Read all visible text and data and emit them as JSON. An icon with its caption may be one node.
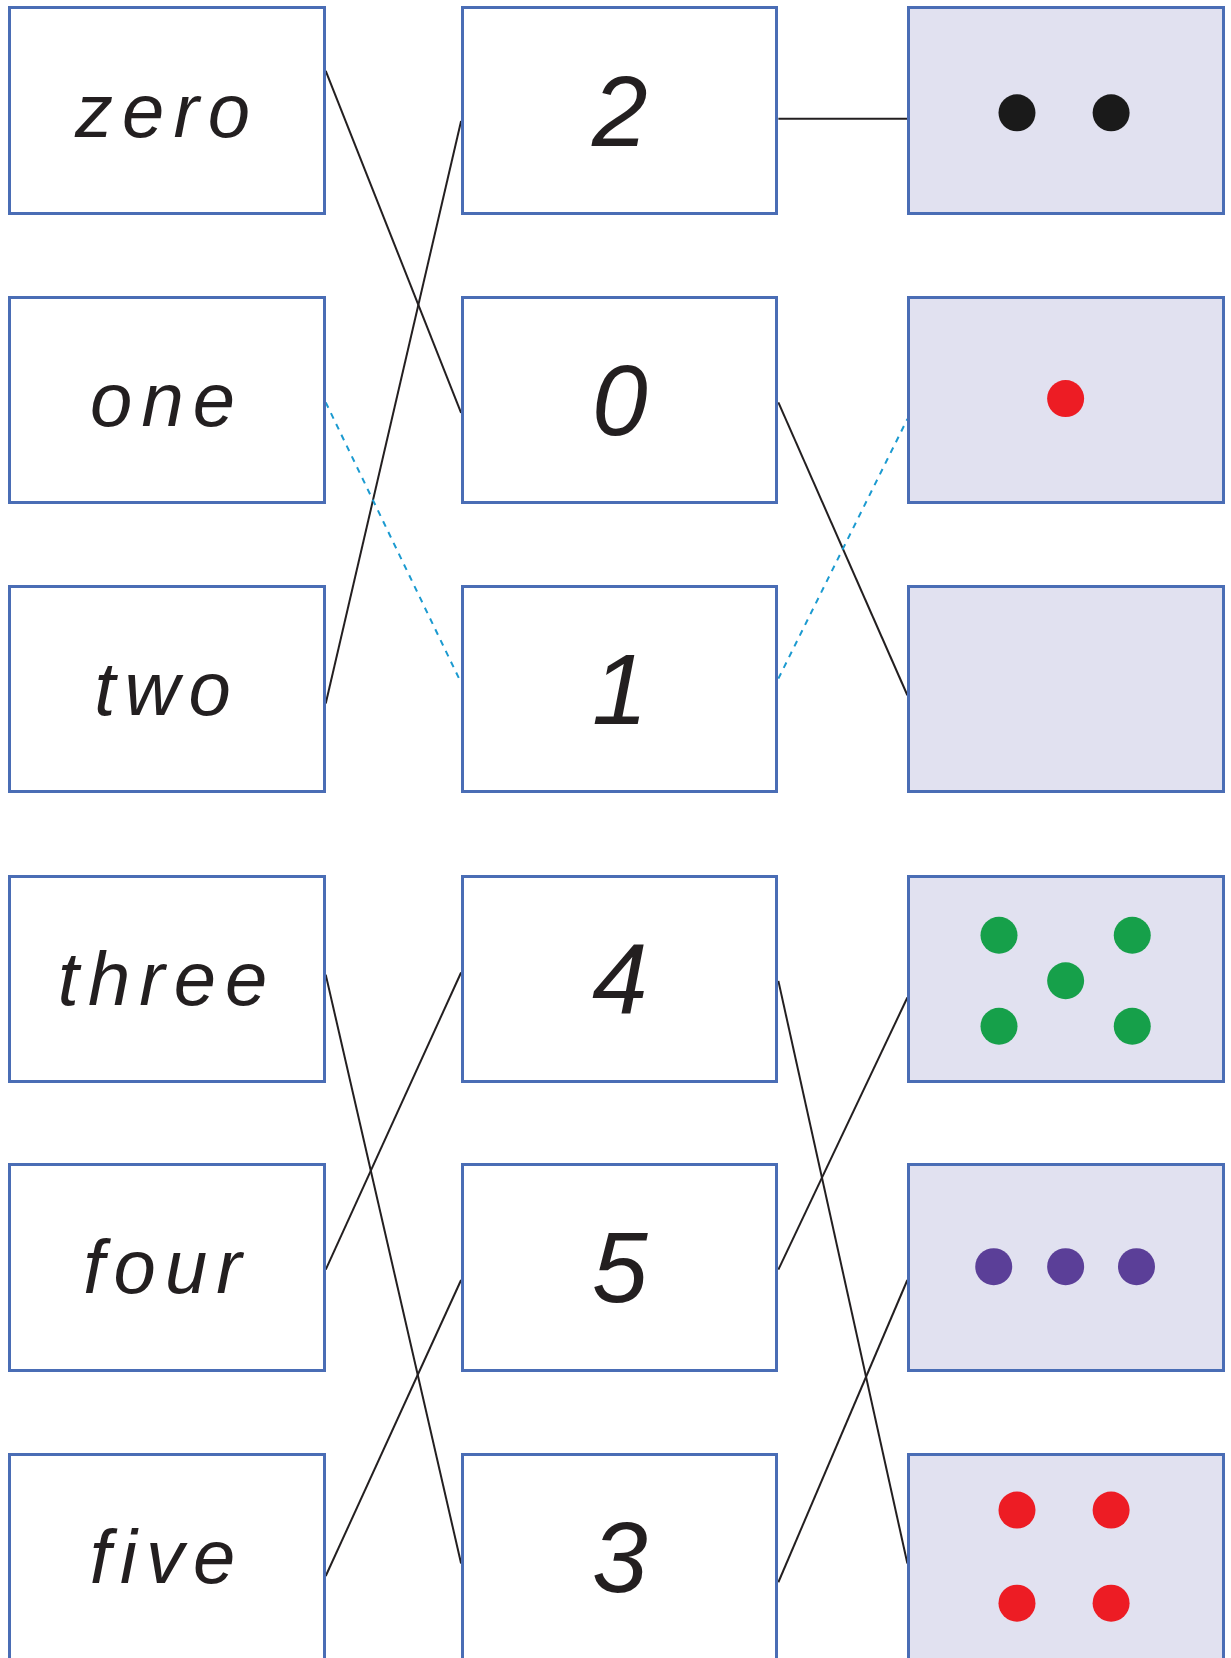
{
  "diagram": {
    "nodes": [
      {
        "text": [
          "zero"
        ]
      },
      {
        "text": [
          "one"
        ]
      },
      {
        "text": [
          "two"
        ]
      },
      {
        "text": [
          "three"
        ]
      },
      {
        "text": [
          "four"
        ]
      },
      {
        "text": [
          "five"
        ]
      },
      {
        "text": [
          "2"
        ]
      },
      {
        "text": [
          "0"
        ]
      },
      {
        "text": [
          "1"
        ]
      },
      {
        "text": [
          "4"
        ]
      },
      {
        "text": [
          "5"
        ]
      },
      {
        "text": [
          "3"
        ]
      },
      {
        "text": [],
        "shape": "box"
      },
      {
        "text": [],
        "shape": "box"
      },
      {
        "text": [],
        "shape": "box"
      },
      {
        "text": [],
        "shape": "box"
      },
      {
        "text": [],
        "shape": "box"
      },
      {
        "text": [],
        "shape": "box"
      }
    ],
    "edges": [
      {
        "from": 0,
        "to": 7,
        "arrow": "none"
      },
      {
        "from": 2,
        "to": 6,
        "arrow": "none"
      },
      {
        "from": 1,
        "to": 8,
        "arrow": "none",
        "style": "dashed",
        "color": "#1b9ad0"
      },
      {
        "from": 6,
        "to": 12,
        "arrow": "none"
      },
      {
        "from": 7,
        "to": 14,
        "arrow": "none"
      },
      {
        "from": 8,
        "to": 13,
        "arrow": "none",
        "style": "dashed",
        "color": "#1b9ad0"
      },
      {
        "from": 3,
        "to": 11,
        "arrow": "none"
      },
      {
        "from": 4,
        "to": 9,
        "arrow": "none"
      },
      {
        "from": 5,
        "to": 10,
        "arrow": "none"
      },
      {
        "from": 9,
        "to": 17,
        "arrow": "none"
      },
      {
        "from": 10,
        "to": 15,
        "arrow": "none"
      },
      {
        "from": 11,
        "to": 16,
        "arrow": "none"
      }
    ]
  }
}
